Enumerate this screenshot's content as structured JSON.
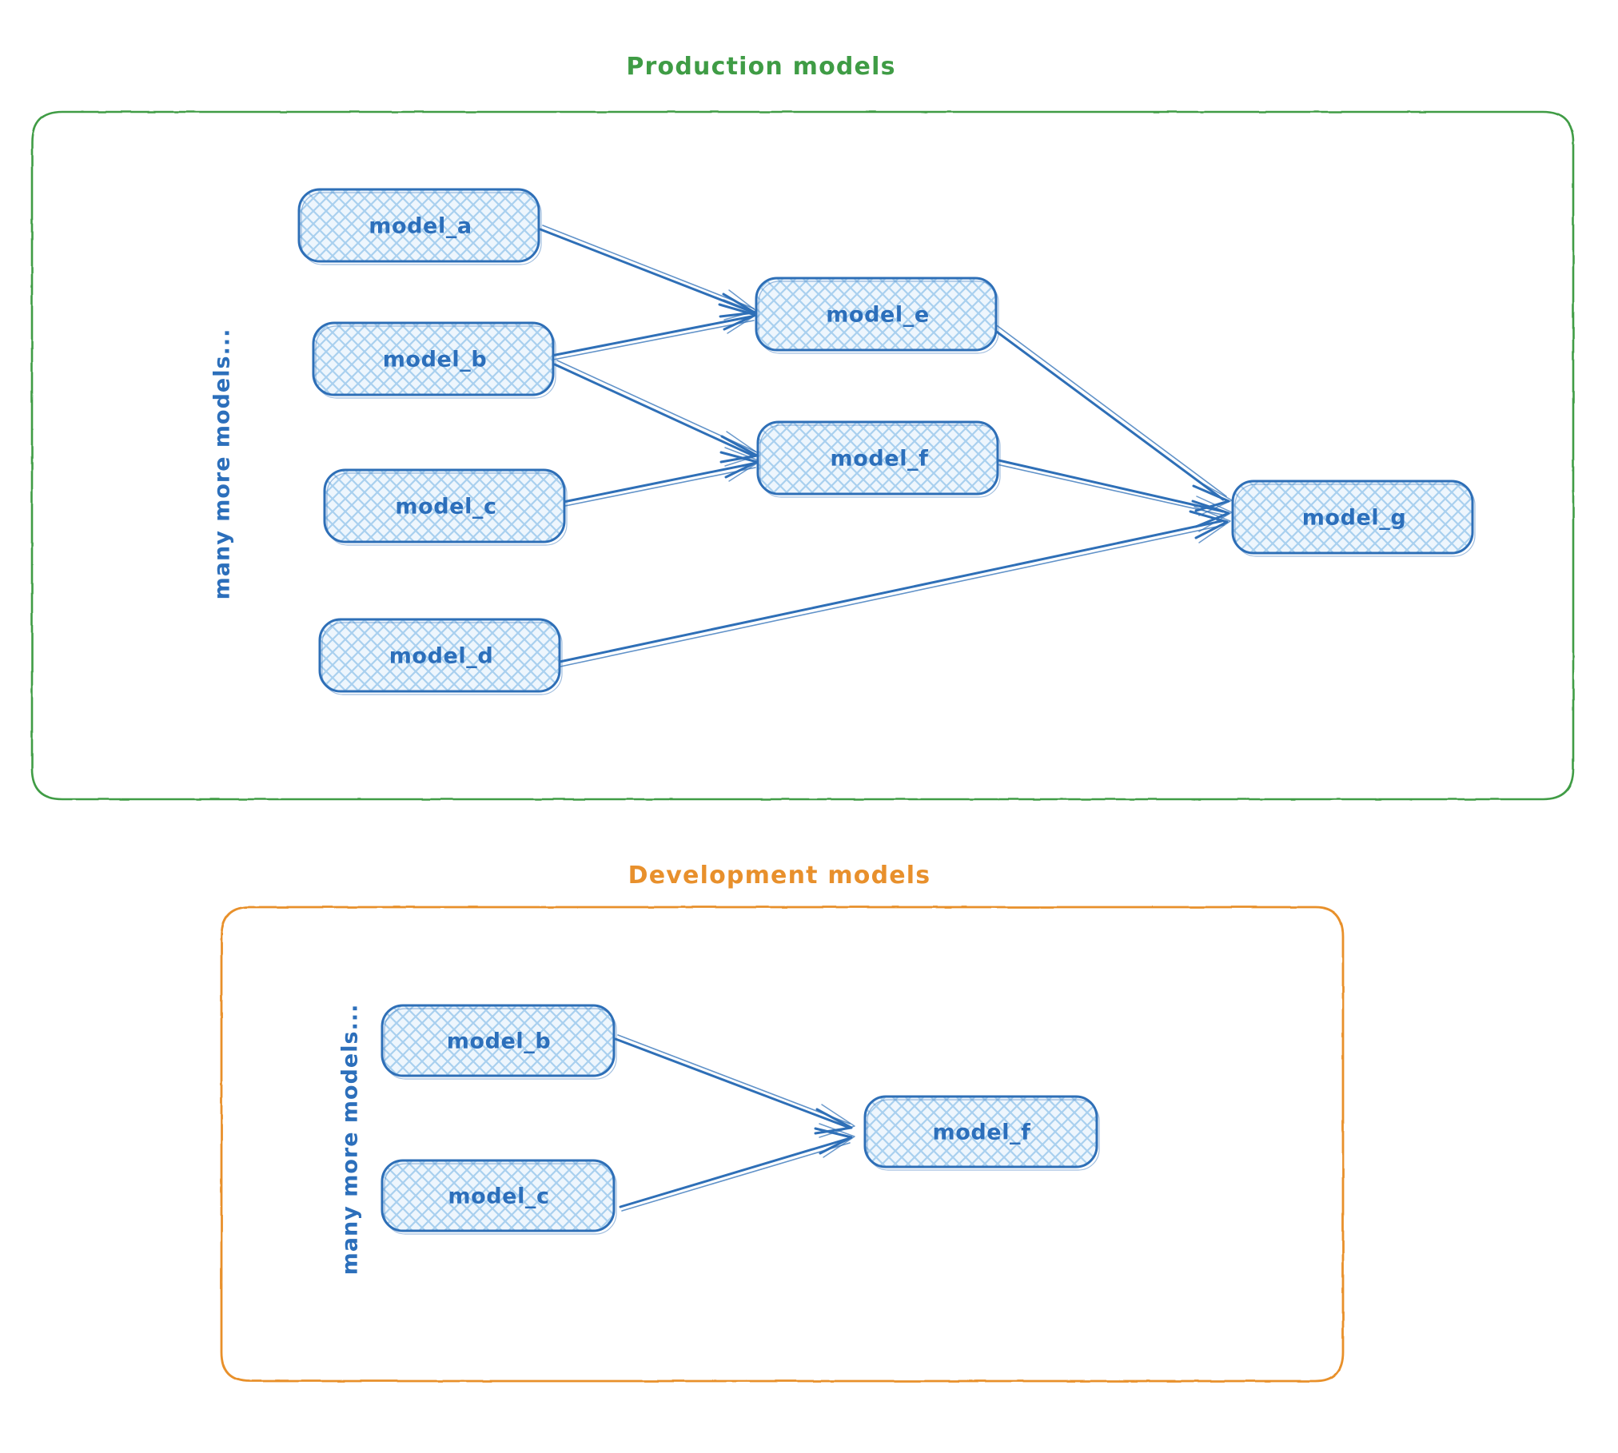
{
  "diagram": {
    "title_production": "Production models",
    "title_development": "Development models",
    "colors": {
      "production_border": "#3f9c45",
      "development_border": "#e8902c",
      "node_border": "#2e6fb7",
      "node_fill": "#d6e8fa",
      "node_hatch": "#9cc7ea",
      "edge": "#2e6fb7",
      "label_text": "#2c6fbb",
      "background": "#ffffff"
    },
    "groups": [
      {
        "id": "production",
        "label": "Production models",
        "side_note": "many more models...",
        "nodes": [
          {
            "id": "prod_model_a",
            "label": "model_a"
          },
          {
            "id": "prod_model_b",
            "label": "model_b"
          },
          {
            "id": "prod_model_c",
            "label": "model_c"
          },
          {
            "id": "prod_model_d",
            "label": "model_d"
          },
          {
            "id": "prod_model_e",
            "label": "model_e"
          },
          {
            "id": "prod_model_f",
            "label": "model_f"
          },
          {
            "id": "prod_model_g",
            "label": "model_g"
          }
        ],
        "edges": [
          {
            "from": "model_a",
            "to": "model_e"
          },
          {
            "from": "model_b",
            "to": "model_e"
          },
          {
            "from": "model_b",
            "to": "model_f"
          },
          {
            "from": "model_c",
            "to": "model_f"
          },
          {
            "from": "model_e",
            "to": "model_g"
          },
          {
            "from": "model_f",
            "to": "model_g"
          },
          {
            "from": "model_d",
            "to": "model_g"
          }
        ]
      },
      {
        "id": "development",
        "label": "Development models",
        "side_note": "many more models...",
        "nodes": [
          {
            "id": "dev_model_b",
            "label": "model_b"
          },
          {
            "id": "dev_model_c",
            "label": "model_c"
          },
          {
            "id": "dev_model_f",
            "label": "model_f"
          }
        ],
        "edges": [
          {
            "from": "model_b",
            "to": "model_f"
          },
          {
            "from": "model_c",
            "to": "model_f"
          }
        ]
      }
    ]
  }
}
